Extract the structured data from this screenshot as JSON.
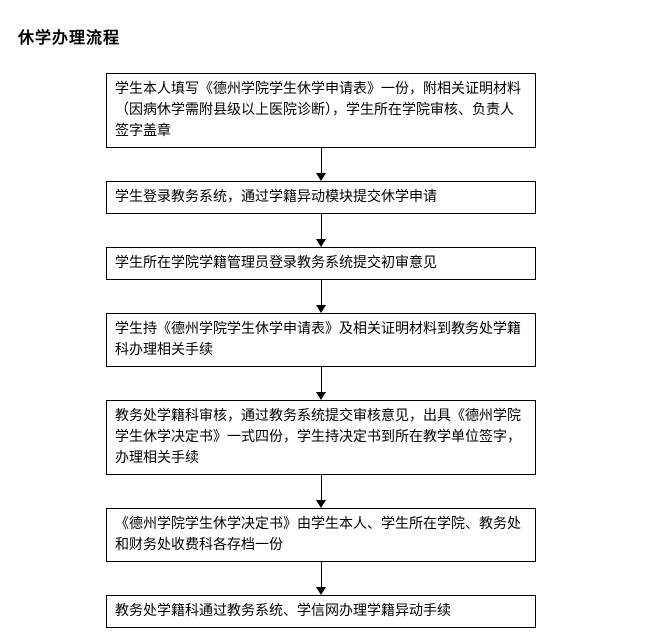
{
  "page": {
    "title": "休学办理流程"
  },
  "flowchart": {
    "steps": [
      "学生本人填写《德州学院学生休学申请表》一份，附相关证明材料（因病休学需附县级以上医院诊断），学生所在学院审核、负责人签字盖章",
      "学生登录教务系统，通过学籍异动模块提交休学申请",
      "学生所在学院学籍管理员登录教务系统提交初审意见",
      "学生持《德州学院学生休学申请表》及相关证明材料到教务处学籍科办理相关手续",
      "教务处学籍科审核，通过教务系统提交审核意见，出具《德州学院学生休学决定书》一式四份，学生持决定书到所在教学单位签字，办理相关手续",
      "《德州学院学生休学决定书》由学生本人、学生所在学院、教务处和财务处收费科各存档一份",
      "教务处学籍科通过教务系统、学信网办理学籍异动手续"
    ]
  },
  "colors": {
    "background": "#ffffff",
    "text": "#000000",
    "box_border": "#000000",
    "arrow": "#000000"
  }
}
